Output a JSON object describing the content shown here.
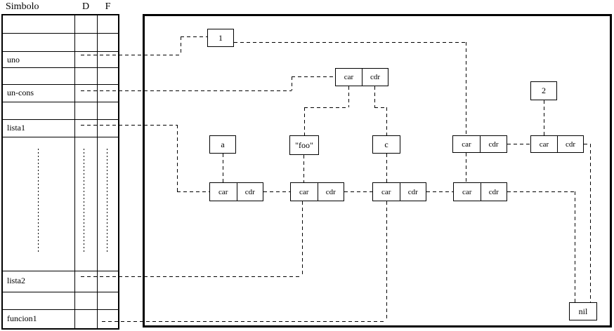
{
  "table": {
    "title": "Simbolo",
    "columns": [
      "D",
      "F"
    ],
    "rows": [
      {
        "label": "uno",
        "pointer_from": "D"
      },
      {
        "label": "un-cons",
        "pointer_from": "D"
      },
      {
        "label": "lista1",
        "pointer_from": "D"
      },
      {
        "label": "lista2",
        "pointer_from": "D"
      },
      {
        "label": "funcion1",
        "pointer_from": "F"
      }
    ]
  },
  "diagram": {
    "car": "car",
    "cdr": "cdr",
    "atoms": {
      "one": "1",
      "two": "2",
      "a": "a",
      "foo": "\"foo\"",
      "c": "c",
      "nil": "nil"
    }
  },
  "colors": {
    "line": "#000000",
    "background": "#ffffff"
  }
}
